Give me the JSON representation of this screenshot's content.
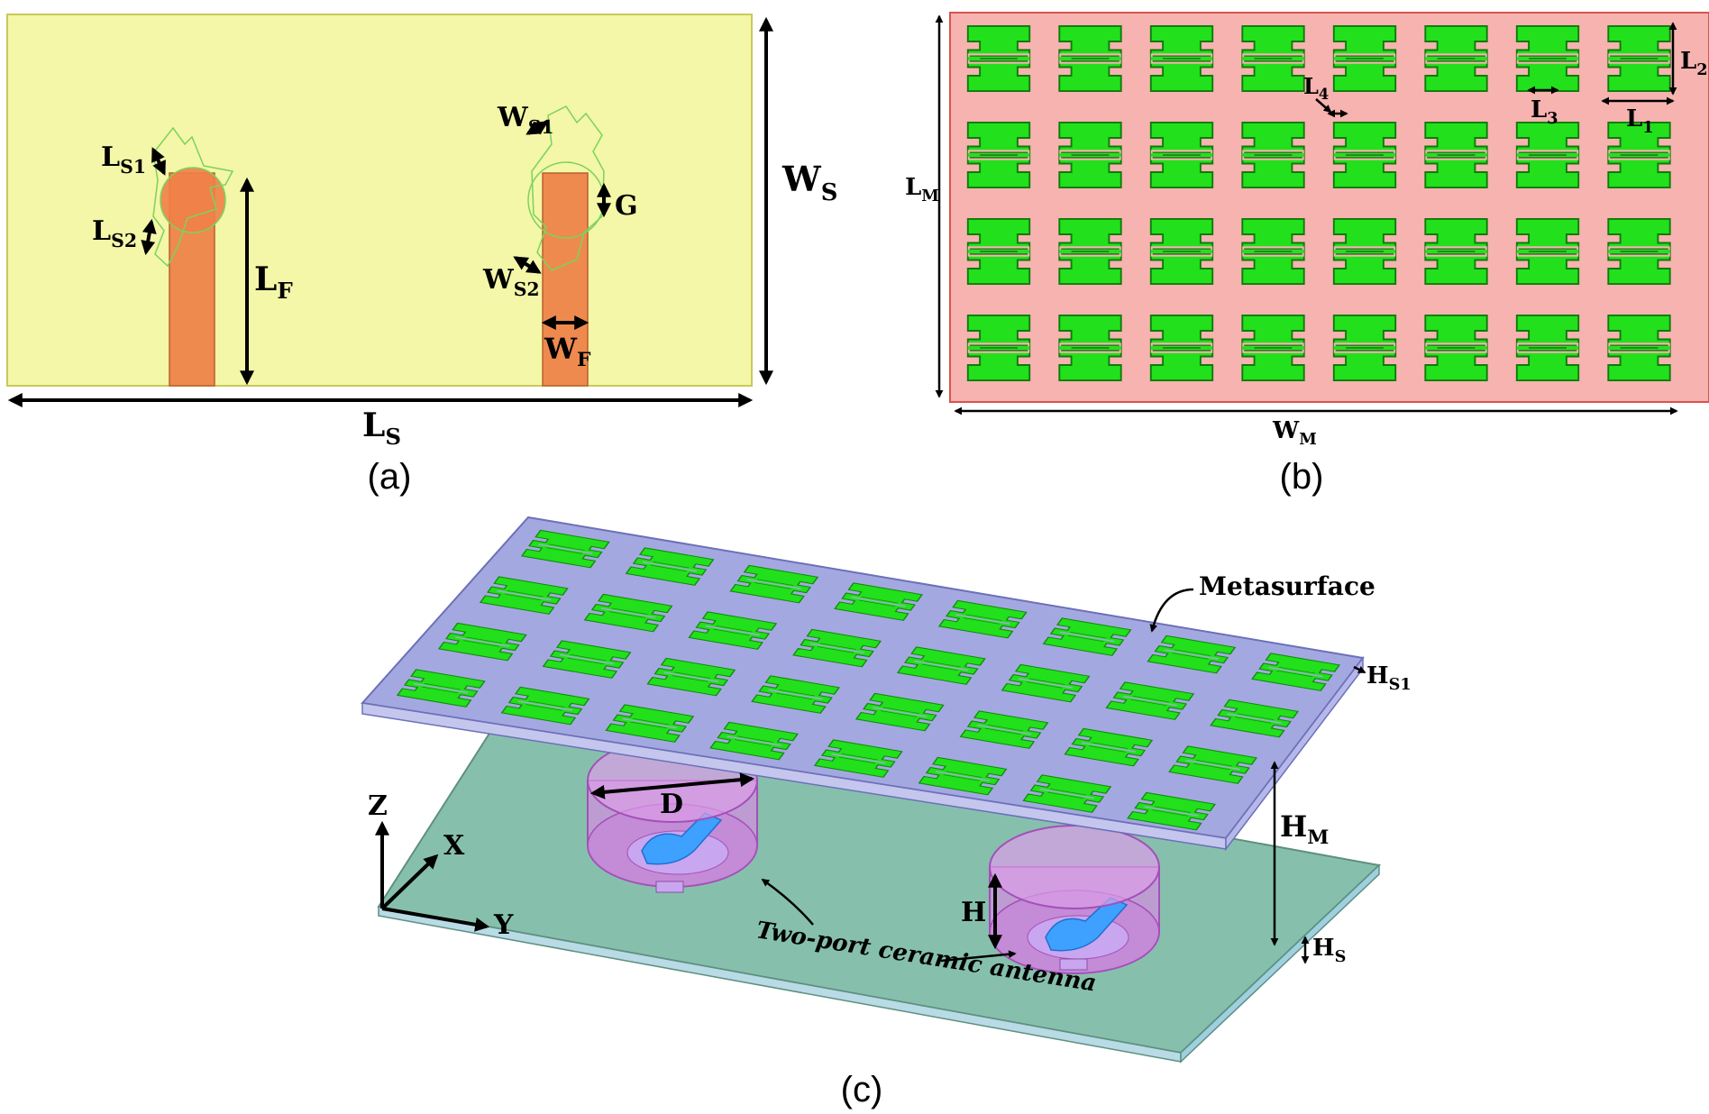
{
  "panel_a": {
    "caption": "(a)",
    "colors": {
      "substrate": "#f4f6a8",
      "substrate_border": "#c9c95a",
      "feed": "#ee8a4e",
      "slot_outline": "#7bd35b"
    },
    "labels": {
      "ls1": {
        "main": "L",
        "sub": "S1"
      },
      "ls2": {
        "main": "L",
        "sub": "S2"
      },
      "lf": {
        "main": "L",
        "sub": "F"
      },
      "ws": {
        "main": "W",
        "sub": "S"
      },
      "ls": {
        "main": "L",
        "sub": "S"
      },
      "ws1": {
        "main": "W",
        "sub": "S1"
      },
      "ws2": {
        "main": "W",
        "sub": "S2"
      },
      "wf": {
        "main": "W",
        "sub": "F"
      },
      "g": {
        "main": "G",
        "sub": ""
      }
    }
  },
  "panel_b": {
    "caption": "(b)",
    "grid": {
      "rows": 4,
      "cols": 8
    },
    "colors": {
      "substrate": "#f6b3b0",
      "substrate_border": "#d9534f",
      "unit_cell": "#22e01b",
      "unit_cell_border": "#0f7a0c"
    },
    "labels": {
      "lm": {
        "main": "L",
        "sub": "M"
      },
      "wm": {
        "main": "W",
        "sub": "M"
      },
      "l1": {
        "main": "L",
        "sub": "1"
      },
      "l2": {
        "main": "L",
        "sub": "2"
      },
      "l3": {
        "main": "L",
        "sub": "3"
      },
      "l4": {
        "main": "L",
        "sub": "4"
      }
    }
  },
  "panel_c": {
    "caption": "(c)",
    "grid": {
      "rows": 4,
      "cols": 8
    },
    "colors": {
      "metasurface": "#a4a8e0",
      "ground": "#86c0ad",
      "ceramic": "#d48fe0",
      "patch": "#3ea0ff",
      "unit_cell": "#22e01b"
    },
    "callouts": {
      "metasurface": "Metasurface",
      "antenna": "Two-port ceramic antenna"
    },
    "labels": {
      "d": {
        "main": "D",
        "sub": ""
      },
      "h": {
        "main": "H",
        "sub": ""
      },
      "hm": {
        "main": "H",
        "sub": "M"
      },
      "hs": {
        "main": "H",
        "sub": "S"
      },
      "hs1": {
        "main": "H",
        "sub": "S1"
      }
    },
    "axes": {
      "z": "Z",
      "x": "X",
      "y": "Y"
    }
  }
}
